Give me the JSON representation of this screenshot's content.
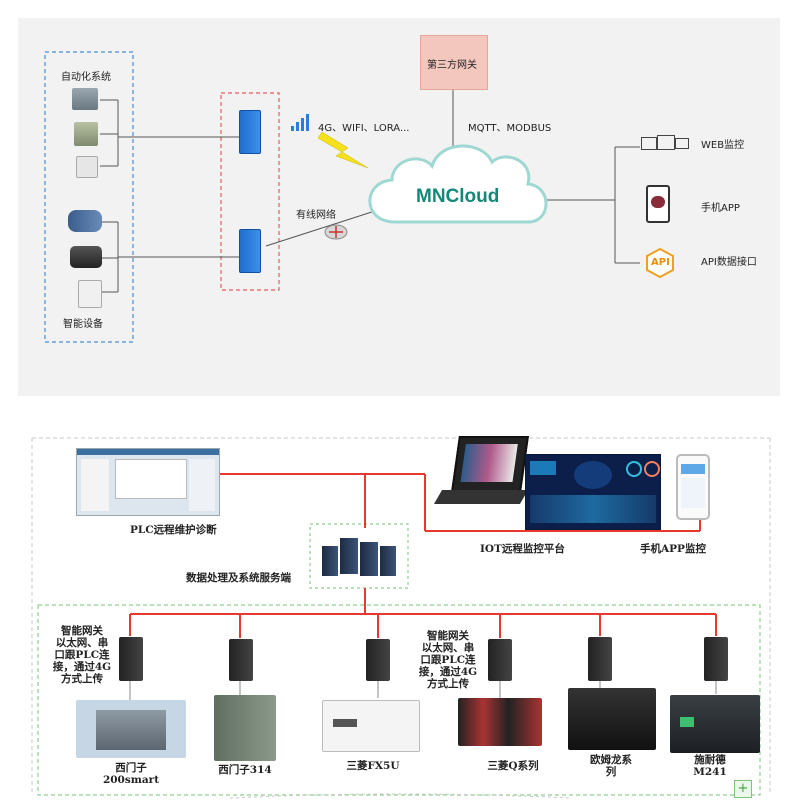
{
  "top": {
    "automation_label": "自动化系统",
    "smart_label": "智能设备",
    "third_party_label": "第三方网关",
    "protocols_label": "MQTT、MODBUS",
    "wireless_label": "4G、WIFI、LORA...",
    "wired_label": "有线网络",
    "cloud_label": "MNCloud",
    "web_label": "WEB监控",
    "app_label": "手机APP",
    "api_label": "API数据接口",
    "api_icon_text": "API"
  },
  "bottom": {
    "plc_label": "PLC远程维护诊断",
    "iot_label": "IOT远程监控平台",
    "mobile_label": "手机APP监控",
    "server_label": "数据处理及系统服务端",
    "gateway_note_1": "智能网关\n以太网、串\n口跟PLC连\n接，通过4G\n方式上传",
    "gateway_note_2": "智能网关\n以太网、串\n口跟PLC连\n接，通过4G\n方式上传",
    "plcs": [
      "西门子\n200smart",
      "西门子314",
      "三菱FX5U",
      "三菱Q系列",
      "欧姆龙系\n列",
      "施耐德\nM241"
    ]
  },
  "colors": {
    "red_line": "#e8392f",
    "blue_dash": "#4a90d9",
    "red_dash": "#e85c5c",
    "green_dash": "#8fd08f",
    "cloud_text": "#14897a",
    "third_party_bg": "#f3c7bd",
    "gateway_blue": "#1f6fd1"
  }
}
